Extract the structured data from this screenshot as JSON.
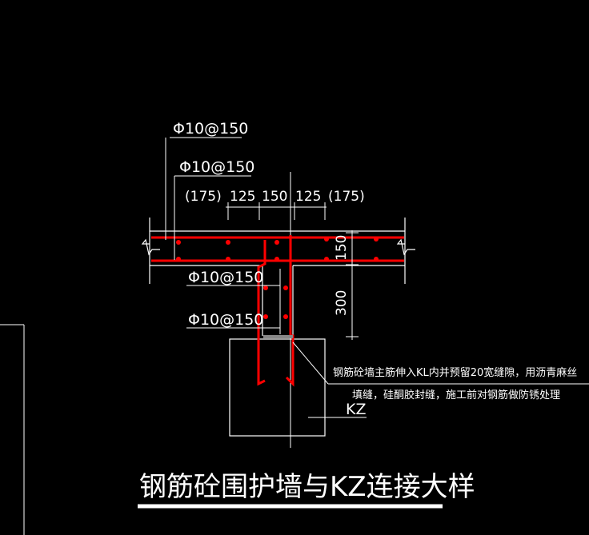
{
  "colors": {
    "background": "#000000",
    "line": "#ffffff",
    "rebar": "#ff0000",
    "dim": "#ffffff"
  },
  "labels": {
    "rebar1": "Φ10@150",
    "rebar2": "Φ10@150",
    "rebar3": "Φ10@150",
    "rebar4": "Φ10@150",
    "dim_left": "(175)",
    "dim_a": "125",
    "dim_b": "150",
    "dim_c": "125",
    "dim_right": "(175)",
    "dim_v_150": "150",
    "dim_v_300": "300",
    "note_line1": "钢筋砼墙主筋伸入KL内并预留20宽缝隙，用沥青麻丝",
    "note_line2": "填缝，硅酮胶封缝，施工前对钢筋做防锈处理",
    "kz": "KZ",
    "title": "钢筋砼围护墙与KZ连接大样"
  }
}
